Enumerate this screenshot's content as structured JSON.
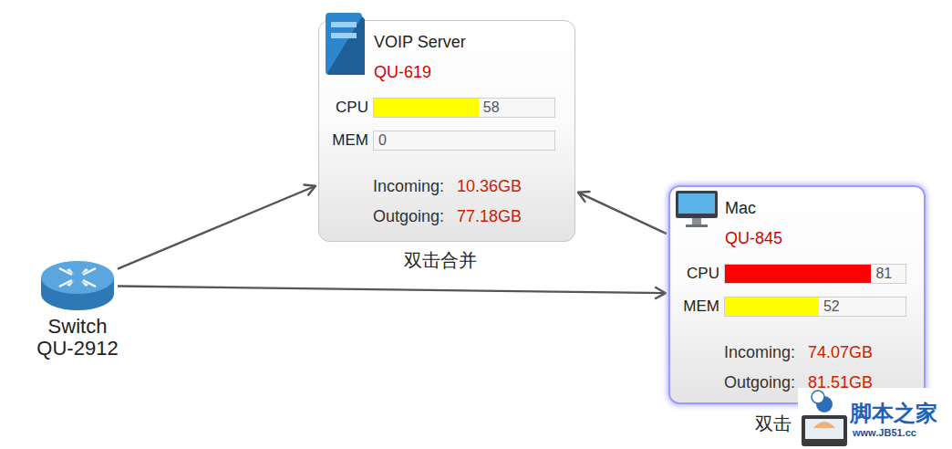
{
  "diagram": {
    "nodes": [
      {
        "text": [
          "VOIP Server",
          "QU-619",
          "CPU",
          "58",
          "MEM",
          "0",
          "Incoming:",
          "10.36GB",
          "Outgoing:",
          "77.18GB",
          "双击合并"
        ]
      },
      {
        "text": [
          "Mac",
          "QU-845",
          "CPU",
          "81",
          "MEM",
          "52",
          "Incoming:",
          "74.07GB",
          "Outgoing:",
          "81.51GB",
          "双击"
        ]
      },
      {
        "text": [
          "Switch",
          "QU-2912"
        ]
      }
    ],
    "edges": [
      {
        "from": 2,
        "to": 0,
        "arrow": "to"
      },
      {
        "from": 2,
        "to": 1,
        "arrow": "to"
      },
      {
        "from": 1,
        "to": 0,
        "arrow": "to"
      }
    ],
    "labels": [
      "脚本之家",
      "www.JB51.cc"
    ]
  }
}
